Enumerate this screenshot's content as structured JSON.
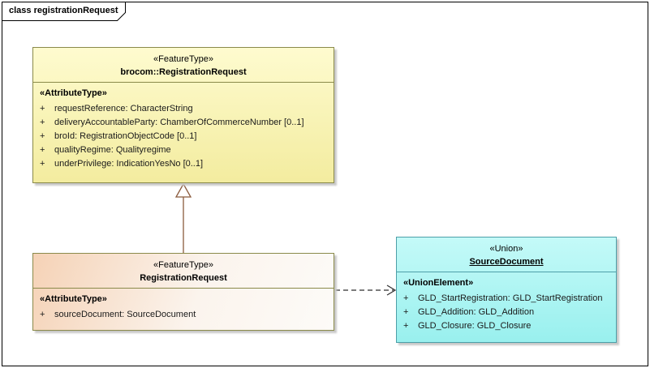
{
  "frame": {
    "title": "class registrationRequest"
  },
  "colors": {
    "parent_fill": "#F7F0A8",
    "child_fill_start": "#F5D2B6",
    "child_fill_end": "#FDFBF8",
    "union_fill": "#A5F2F0",
    "class_border": "#8A8A4A",
    "union_border": "#4D9FA8",
    "generalization_line": "#8A5A3C",
    "dependency_line": "#2F2F2F"
  },
  "classes": {
    "parent": {
      "stereotype": "«FeatureType»",
      "name": "brocom::RegistrationRequest",
      "section_label": "«AttributeType»",
      "attributes": [
        {
          "vis": "+",
          "text": "requestReference: CharacterString"
        },
        {
          "vis": "+",
          "text": "deliveryAccountableParty: ChamberOfCommerceNumber [0..1]"
        },
        {
          "vis": "+",
          "text": "broId: RegistrationObjectCode [0..1]"
        },
        {
          "vis": "+",
          "text": "qualityRegime: Qualityregime"
        },
        {
          "vis": "+",
          "text": "underPrivilege: IndicationYesNo [0..1]"
        }
      ]
    },
    "child": {
      "stereotype": "«FeatureType»",
      "name": "RegistrationRequest",
      "section_label": "«AttributeType»",
      "attributes": [
        {
          "vis": "+",
          "text": "sourceDocument: SourceDocument"
        }
      ]
    },
    "union": {
      "stereotype": "«Union»",
      "name": "SourceDocument",
      "section_label": "«UnionElement»",
      "attributes": [
        {
          "vis": "+",
          "text": "GLD_StartRegistration: GLD_StartRegistration"
        },
        {
          "vis": "+",
          "text": "GLD_Addition: GLD_Addition"
        },
        {
          "vis": "+",
          "text": "GLD_Closure: GLD_Closure"
        }
      ]
    }
  },
  "relations": {
    "generalization": "RegistrationRequest → brocom::RegistrationRequest",
    "dependency": "RegistrationRequest ⇢ SourceDocument"
  }
}
